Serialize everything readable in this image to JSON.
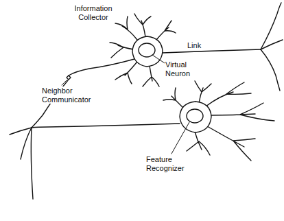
{
  "diagram": {
    "labels": [
      "Information Collector",
      "Virtual Neuron",
      "Link",
      "Neighbor Communicator",
      "Feature Recognizer"
    ]
  }
}
